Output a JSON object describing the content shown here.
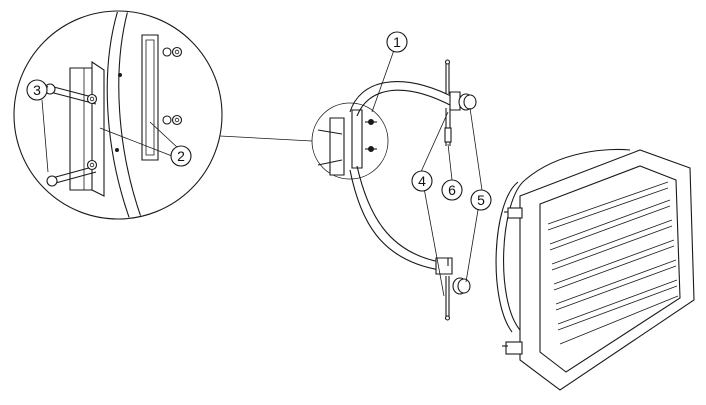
{
  "callouts": [
    {
      "id": "c1",
      "label": "1"
    },
    {
      "id": "c2",
      "label": "2"
    },
    {
      "id": "c3",
      "label": "3"
    },
    {
      "id": "c4",
      "label": "4"
    },
    {
      "id": "c5",
      "label": "5"
    },
    {
      "id": "c6",
      "label": "6"
    }
  ],
  "line_color": "#1a1a1a",
  "background": "#ffffff"
}
